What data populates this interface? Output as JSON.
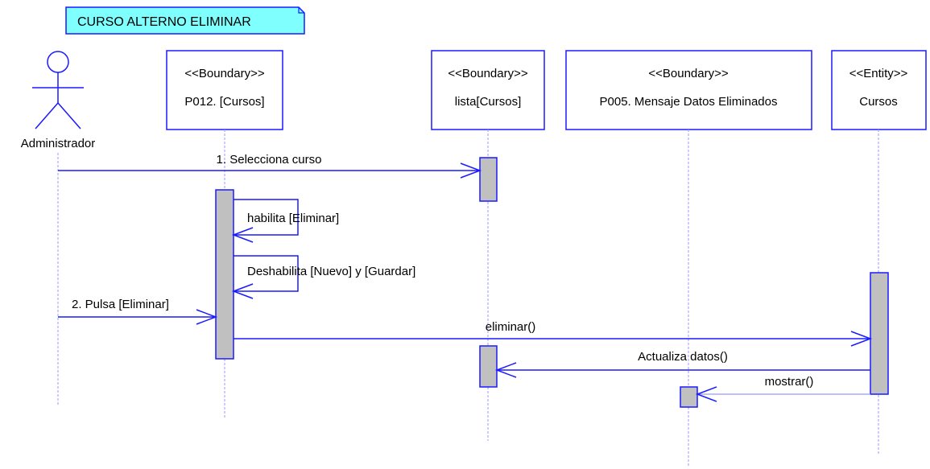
{
  "diagram": {
    "title": "CURSO ALTERNO ELIMINAR",
    "colors": {
      "line": "#1a1aff",
      "activation": "#c0c0c0",
      "title_bg": "#80ffff"
    },
    "actor": {
      "name": "Administrador"
    },
    "lifelines": [
      {
        "stereotype": "<<Boundary>>",
        "name": "P012. [Cursos]"
      },
      {
        "stereotype": "<<Boundary>>",
        "name": "lista[Cursos]"
      },
      {
        "stereotype": "<<Boundary>>",
        "name": "P005. Mensaje Datos Eliminados"
      },
      {
        "stereotype": "<<Entity>>",
        "name": "Cursos"
      }
    ],
    "messages": [
      {
        "label": "1. Selecciona curso"
      },
      {
        "label": "habilita [Eliminar]"
      },
      {
        "label": "Deshabilita [Nuevo] y [Guardar]"
      },
      {
        "label": "2. Pulsa [Eliminar]"
      },
      {
        "label": "eliminar()"
      },
      {
        "label": "Actualiza datos()"
      },
      {
        "label": "mostrar()"
      }
    ]
  }
}
